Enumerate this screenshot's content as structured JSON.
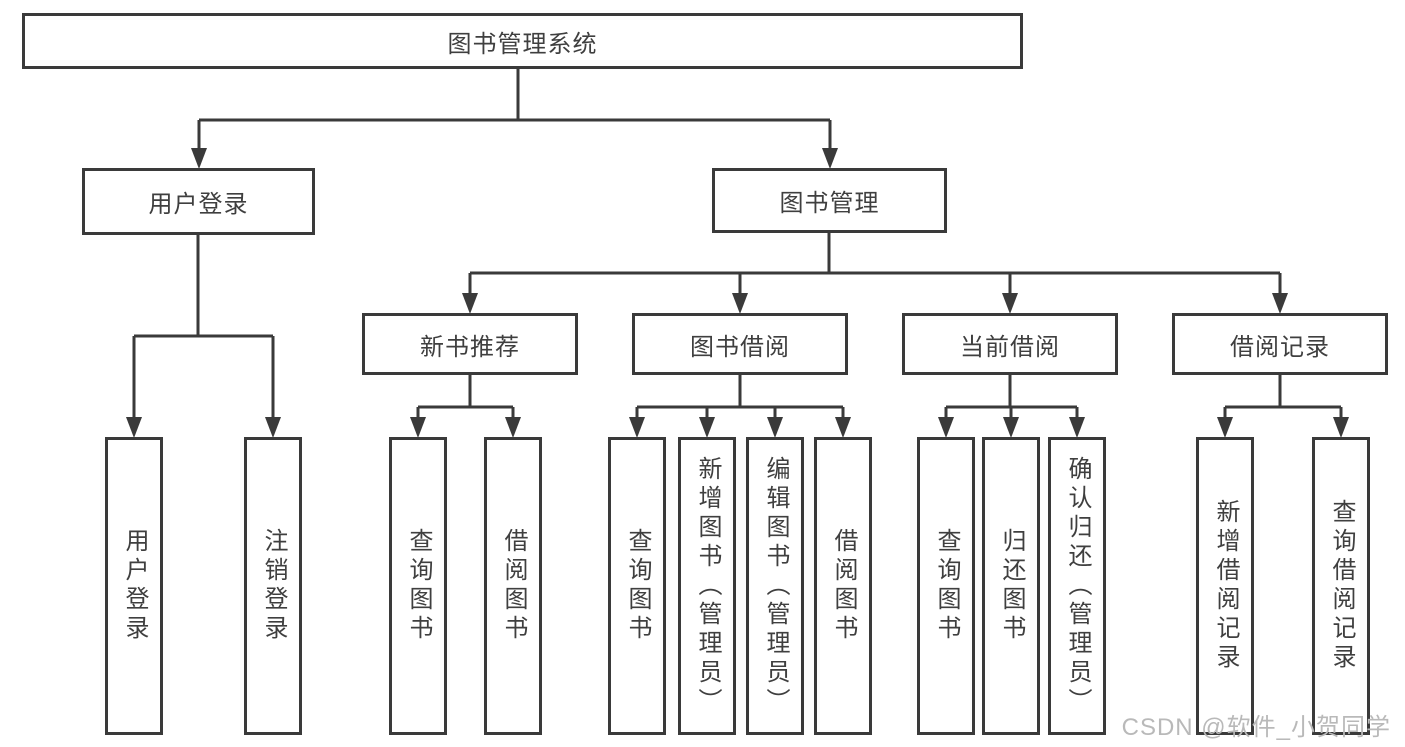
{
  "tree": {
    "label": "图书管理系统",
    "children": [
      {
        "label": "用户登录",
        "children": [
          {
            "label": "用户登录"
          },
          {
            "label": "注销登录"
          }
        ]
      },
      {
        "label": "图书管理",
        "children": [
          {
            "label": "新书推荐",
            "children": [
              {
                "label": "查询图书"
              },
              {
                "label": "借阅图书"
              }
            ]
          },
          {
            "label": "图书借阅",
            "children": [
              {
                "label": "查询图书"
              },
              {
                "label": "新增图书（管理员）"
              },
              {
                "label": "编辑图书（管理员）"
              },
              {
                "label": "借阅图书"
              }
            ]
          },
          {
            "label": "当前借阅",
            "children": [
              {
                "label": "查询图书"
              },
              {
                "label": "归还图书"
              },
              {
                "label": "确认归还（管理员）"
              }
            ]
          },
          {
            "label": "借阅记录",
            "children": [
              {
                "label": "新增借阅记录"
              },
              {
                "label": "查询借阅记录"
              }
            ]
          }
        ]
      }
    ]
  },
  "watermark": {
    "text": "CSDN @软件_小贺同学",
    "color": "#b9b9b9"
  },
  "colors": {
    "line": "#3a3a3a",
    "box_border": "#3a3a3a",
    "text": "#3f3f3f",
    "background": "#ffffff"
  }
}
